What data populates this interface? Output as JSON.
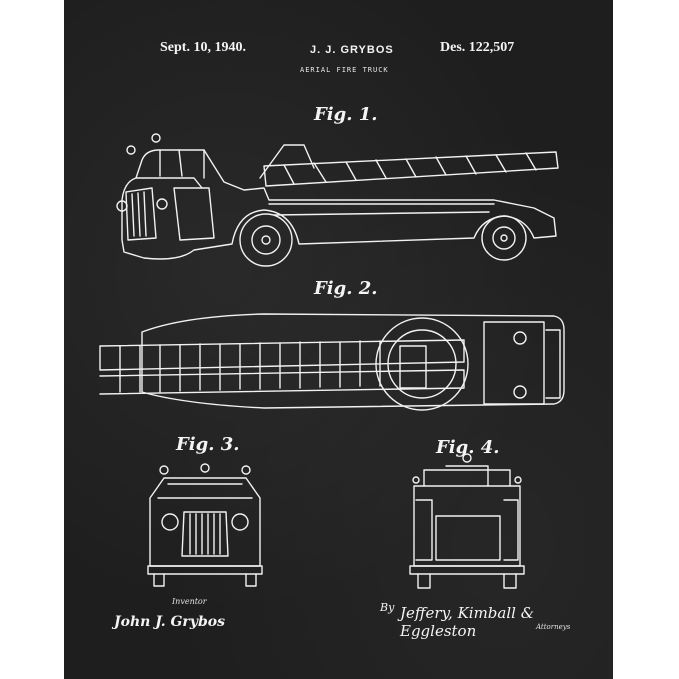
{
  "header": {
    "date": "Sept. 10, 1940.",
    "inventor": "J. J. GRYBOS",
    "design_number": "Des. 122,507"
  },
  "subtitle": "AERIAL FIRE TRUCK",
  "figures": {
    "fig1": "Fig. 1.",
    "fig2": "Fig. 2.",
    "fig3": "Fig. 3.",
    "fig4": "Fig. 4."
  },
  "footer": {
    "inventor_label": "Inventor",
    "inventor_signature": "John J. Grybos",
    "by_label": "By",
    "attorney_signature": "Jeffery, Kimball & Eggleston",
    "attorneys_label": "Attorneys"
  },
  "colors": {
    "background": "#1e1e1e",
    "ink": "#f4f4f4",
    "frame": "#ffffff"
  }
}
